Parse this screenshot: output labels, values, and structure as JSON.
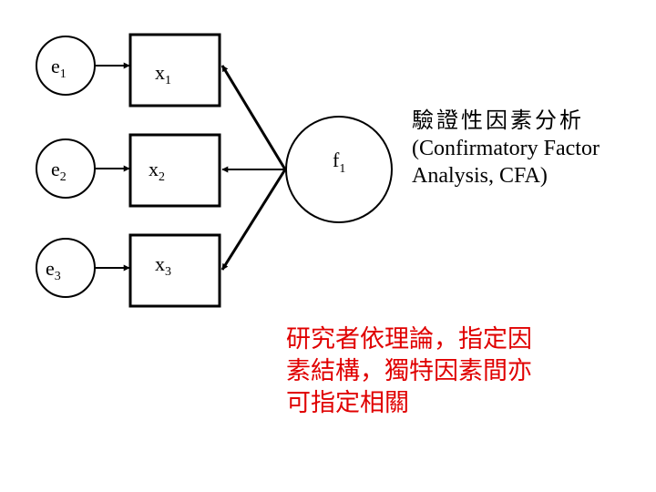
{
  "diagram": {
    "errors": [
      {
        "base": "e",
        "sub": "1"
      },
      {
        "base": "e",
        "sub": "2"
      },
      {
        "base": "e",
        "sub": "3"
      }
    ],
    "indicators": [
      {
        "base": "x",
        "sub": "1"
      },
      {
        "base": "x",
        "sub": "2"
      },
      {
        "base": "x",
        "sub": "3"
      }
    ],
    "factor": {
      "base": "f",
      "sub": "1"
    }
  },
  "title": {
    "chinese": "驗證性因素分析",
    "english_line1": "(Confirmatory Factor",
    "english_line2": "Analysis, CFA)"
  },
  "note": {
    "color": "#e00000",
    "lines": [
      "研究者依理論，指定因",
      "素結構，獨特因素間亦",
      "可指定相關"
    ]
  }
}
